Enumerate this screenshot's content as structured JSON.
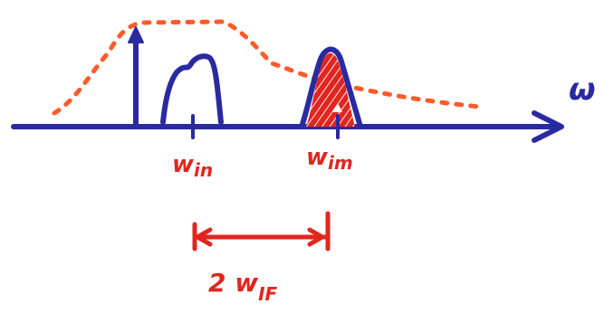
{
  "diagram": {
    "axis_label": "ω",
    "labels": {
      "w_in": {
        "main": "w",
        "sub": "in"
      },
      "w_im": {
        "main": "w",
        "sub": "im"
      },
      "two_w_if": {
        "main": "2 w",
        "sub": "IF"
      }
    },
    "colors": {
      "blue": "#2a2aa0",
      "red": "#e0261f",
      "orange_red": "#ff5a2a"
    }
  }
}
